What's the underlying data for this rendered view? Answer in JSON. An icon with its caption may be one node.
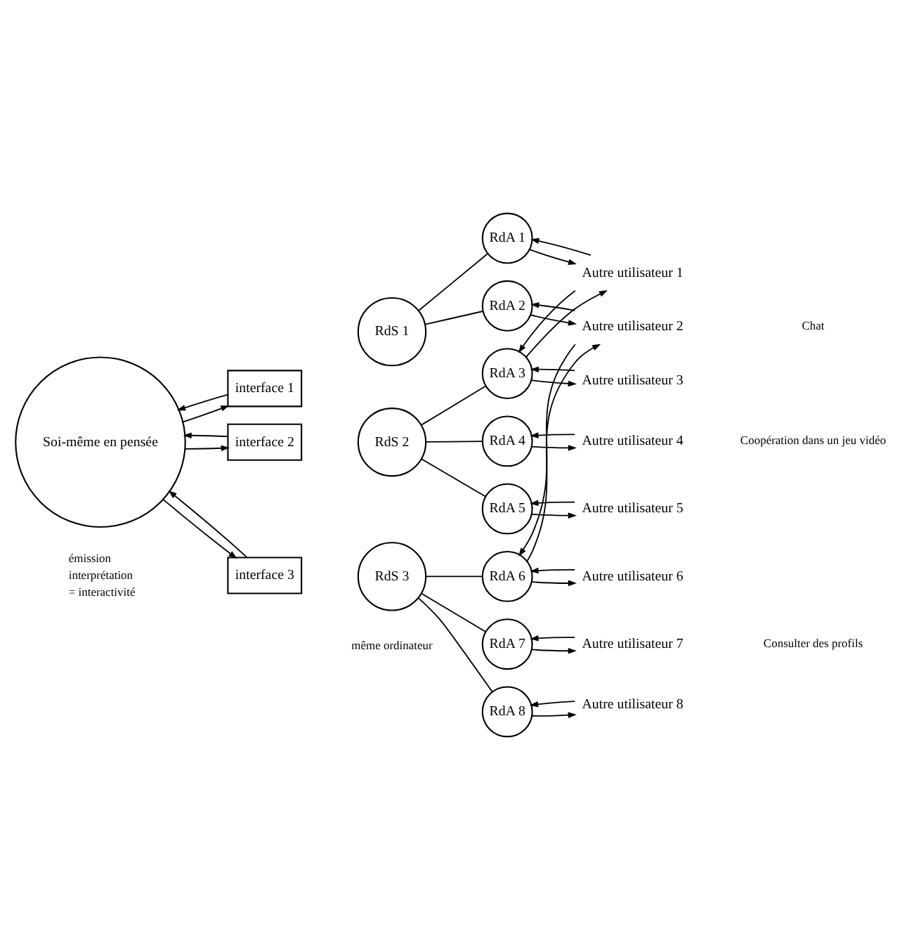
{
  "diagram": {
    "nodes": [
      {
        "text": [
          "Soi-même en pensée"
        ]
      },
      {
        "text": [
          "interface 1"
        ]
      },
      {
        "text": [
          "interface 2"
        ]
      },
      {
        "text": [
          "interface 3"
        ]
      },
      {
        "text": [
          "RdS 1"
        ]
      },
      {
        "text": [
          "RdS 2"
        ]
      },
      {
        "text": [
          "RdS 3"
        ]
      },
      {
        "text": [
          "RdA 1"
        ]
      },
      {
        "text": [
          "RdA 2"
        ]
      },
      {
        "text": [
          "RdA 3"
        ]
      },
      {
        "text": [
          "RdA 4"
        ]
      },
      {
        "text": [
          "RdA 5"
        ]
      },
      {
        "text": [
          "RdA 6"
        ]
      },
      {
        "text": [
          "RdA 7"
        ]
      },
      {
        "text": [
          "RdA 8"
        ]
      },
      {
        "text": [
          "Autre utilisateur 1"
        ]
      },
      {
        "text": [
          "Autre utilisateur 2"
        ]
      },
      {
        "text": [
          "Autre utilisateur 3"
        ]
      },
      {
        "text": [
          "Autre utilisateur 4"
        ]
      },
      {
        "text": [
          "Autre utilisateur 5"
        ]
      },
      {
        "text": [
          "Autre utilisateur 6"
        ]
      },
      {
        "text": [
          "Autre utilisateur 7"
        ]
      },
      {
        "text": [
          "Autre utilisateur 8"
        ]
      }
    ],
    "edges": [
      {
        "from": 0,
        "to": 1,
        "arrow": "to"
      },
      {
        "from": 1,
        "to": 0,
        "arrow": "to"
      },
      {
        "from": 0,
        "to": 2,
        "arrow": "to"
      },
      {
        "from": 2,
        "to": 0,
        "arrow": "to"
      },
      {
        "from": 0,
        "to": 3,
        "arrow": "to"
      },
      {
        "from": 3,
        "to": 0,
        "arrow": "to"
      },
      {
        "from": 4,
        "to": 7,
        "arrow": "none"
      },
      {
        "from": 4,
        "to": 8,
        "arrow": "none"
      },
      {
        "from": 5,
        "to": 9,
        "arrow": "none"
      },
      {
        "from": 5,
        "to": 10,
        "arrow": "none"
      },
      {
        "from": 5,
        "to": 11,
        "arrow": "none"
      },
      {
        "from": 6,
        "to": 12,
        "arrow": "none"
      },
      {
        "from": 6,
        "to": 13,
        "arrow": "none"
      },
      {
        "from": 6,
        "to": 14,
        "arrow": "none"
      },
      {
        "from": 7,
        "to": 15,
        "arrow": "to"
      },
      {
        "from": 15,
        "to": 7,
        "arrow": "to"
      },
      {
        "from": 8,
        "to": 16,
        "arrow": "to"
      },
      {
        "from": 16,
        "to": 8,
        "arrow": "to"
      },
      {
        "from": 9,
        "to": 17,
        "arrow": "to"
      },
      {
        "from": 17,
        "to": 9,
        "arrow": "to"
      },
      {
        "from": 10,
        "to": 18,
        "arrow": "to"
      },
      {
        "from": 18,
        "to": 10,
        "arrow": "to"
      },
      {
        "from": 11,
        "to": 19,
        "arrow": "to"
      },
      {
        "from": 19,
        "to": 11,
        "arrow": "to"
      },
      {
        "from": 12,
        "to": 20,
        "arrow": "to"
      },
      {
        "from": 20,
        "to": 12,
        "arrow": "to"
      },
      {
        "from": 13,
        "to": 21,
        "arrow": "to"
      },
      {
        "from": 21,
        "to": 13,
        "arrow": "to"
      },
      {
        "from": 14,
        "to": 22,
        "arrow": "to"
      },
      {
        "from": 22,
        "to": 14,
        "arrow": "to"
      },
      {
        "from": 9,
        "to": 15,
        "arrow": "to"
      },
      {
        "from": 15,
        "to": 9,
        "arrow": "to"
      },
      {
        "from": 12,
        "to": 16,
        "arrow": "to"
      },
      {
        "from": 16,
        "to": 12,
        "arrow": "to"
      }
    ],
    "labels": [
      "Chat",
      "Coopération dans un jeu vidéo",
      "Consulter des profils",
      "même ordinateur"
    ],
    "legend": [
      {
        "text": "émission"
      },
      {
        "text": "interprétation"
      },
      {
        "text": "= interactivité"
      }
    ]
  }
}
